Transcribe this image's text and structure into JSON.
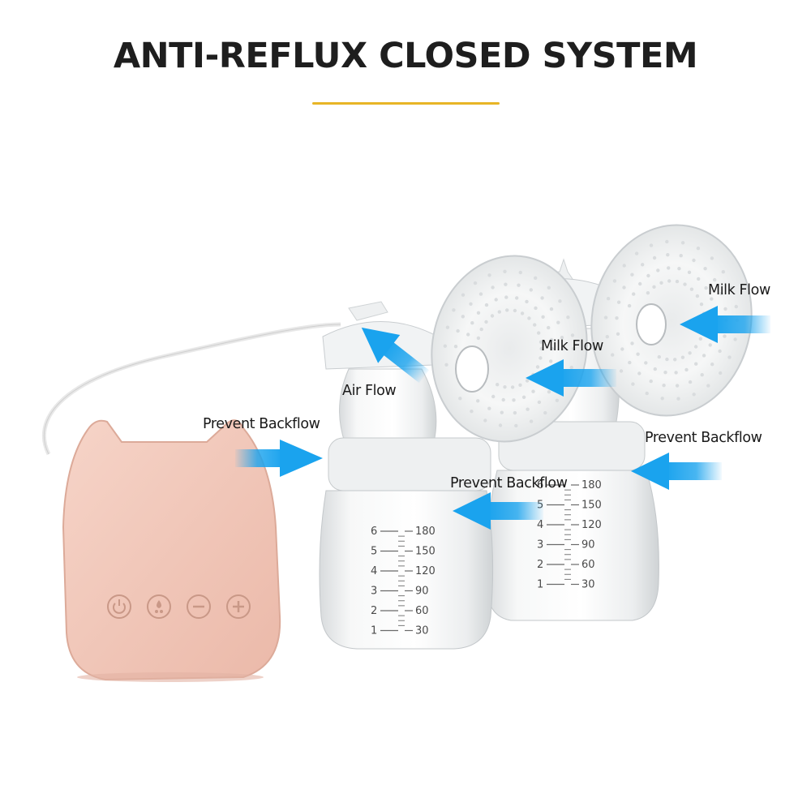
{
  "header": {
    "title": "ANTI-REFLUX CLOSED SYSTEM"
  },
  "colors": {
    "accent_rule": "#e8b526",
    "arrow": "#1aa3ee",
    "pump_body": "#f1c6b8",
    "pump_edge": "#d9a797",
    "button_ring": "#c99887"
  },
  "controls": [
    {
      "icon": "power-icon"
    },
    {
      "icon": "mode-drop-icon"
    },
    {
      "icon": "minus-icon"
    },
    {
      "icon": "plus-icon"
    }
  ],
  "labels": {
    "left_prevent_backflow": "Prevent Backflow",
    "air_flow": "Air Flow",
    "milk_flow_center": "Milk Flow",
    "milk_flow_right": "Milk Flow",
    "right_prevent_backflow": "Prevent Backflow",
    "center_prevent_backflow": "Prevent Backflow"
  },
  "bottle_scale": {
    "oz": [
      "1",
      "2",
      "3",
      "4",
      "5",
      "6"
    ],
    "ml": [
      "30",
      "60",
      "90",
      "120",
      "150",
      "180"
    ]
  }
}
